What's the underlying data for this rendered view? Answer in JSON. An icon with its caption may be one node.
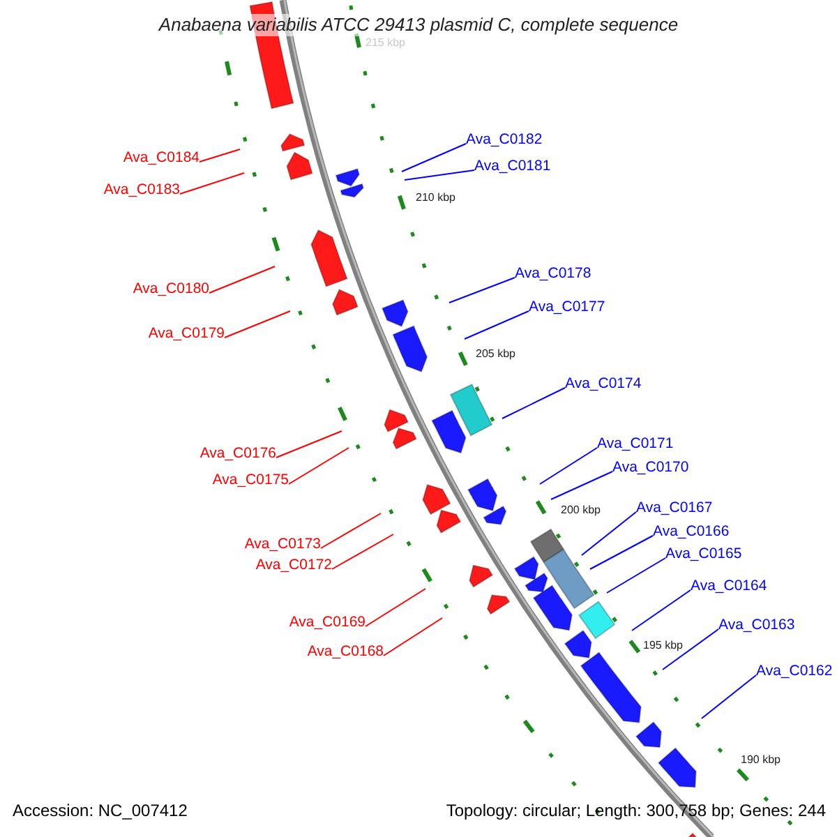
{
  "diagram": {
    "title": "Anabaena variabilis ATCC 29413 plasmid C, complete sequence",
    "nodes": [
      {
        "text": [
          "Ava_C0182"
        ]
      },
      {
        "text": [
          "Ava_C0184"
        ]
      },
      {
        "text": [
          "Ava_C0181"
        ]
      },
      {
        "text": [
          "Ava_C0183"
        ]
      },
      {
        "text": [
          "Ava_C0178"
        ]
      },
      {
        "text": [
          "Ava_C0180"
        ]
      },
      {
        "text": [
          "Ava_C0177"
        ]
      },
      {
        "text": [
          "Ava_C0179"
        ]
      },
      {
        "text": [
          "Ava_C0174"
        ]
      },
      {
        "text": [
          "Ava_C0171"
        ]
      },
      {
        "text": [
          "Ava_C0176"
        ]
      },
      {
        "text": [
          "Ava_C0170"
        ]
      },
      {
        "text": [
          "Ava_C0175"
        ]
      },
      {
        "text": [
          "Ava_C0167"
        ]
      },
      {
        "text": [
          "Ava_C0166"
        ]
      },
      {
        "text": [
          "Ava_C0173"
        ]
      },
      {
        "text": [
          "Ava_C0165"
        ]
      },
      {
        "text": [
          "Ava_C0172"
        ]
      },
      {
        "text": [
          "Ava_C0164"
        ]
      },
      {
        "text": [
          "Ava_C0169"
        ]
      },
      {
        "text": [
          "Ava_C0163"
        ]
      },
      {
        "text": [
          "Ava_C0168"
        ]
      },
      {
        "text": [
          "Ava_C0162"
        ]
      }
    ],
    "edges": [
      {
        "from": 0,
        "to": null,
        "arrow": "none"
      },
      {
        "from": 1,
        "to": null,
        "arrow": "none",
        "color": "#ff0000"
      },
      {
        "from": 2,
        "to": null,
        "arrow": "none"
      },
      {
        "from": 3,
        "to": null,
        "arrow": "none",
        "color": "#ff0000"
      },
      {
        "from": 4,
        "to": null,
        "arrow": "none"
      },
      {
        "from": 5,
        "to": null,
        "arrow": "none",
        "color": "#ff0000"
      },
      {
        "from": 6,
        "to": null,
        "arrow": "none"
      },
      {
        "from": 7,
        "to": null,
        "arrow": "none",
        "color": "#ff0000"
      },
      {
        "from": 8,
        "to": null,
        "arrow": "none"
      },
      {
        "from": 9,
        "to": null,
        "arrow": "none"
      },
      {
        "from": 10,
        "to": null,
        "arrow": "none",
        "color": "#ff0000"
      },
      {
        "from": 11,
        "to": null,
        "arrow": "none"
      },
      {
        "from": 12,
        "to": null,
        "arrow": "none",
        "color": "#ff0000"
      },
      {
        "from": 13,
        "to": null,
        "arrow": "none"
      },
      {
        "from": 14,
        "to": null,
        "arrow": "none"
      },
      {
        "from": 15,
        "to": null,
        "arrow": "none",
        "color": "#ff0000"
      },
      {
        "from": 16,
        "to": null,
        "arrow": "none"
      },
      {
        "from": 17,
        "to": null,
        "arrow": "none",
        "color": "#ff0000"
      },
      {
        "from": 18,
        "to": null,
        "arrow": "none"
      },
      {
        "from": 19,
        "to": null,
        "arrow": "none",
        "color": "#ff0000"
      },
      {
        "from": 20,
        "to": null,
        "arrow": "none"
      },
      {
        "from": 21,
        "to": null,
        "arrow": "none",
        "color": "#ff0000"
      },
      {
        "from": 22,
        "to": null,
        "arrow": "none"
      }
    ],
    "labels": [
      "215 kbp",
      "210 kbp",
      "205 kbp",
      "200 kbp",
      "195 kbp",
      "190 kbp",
      "Accession: NC_007412",
      "Topology: circular; Length: 300,758 bp; Genes: 244"
    ]
  }
}
